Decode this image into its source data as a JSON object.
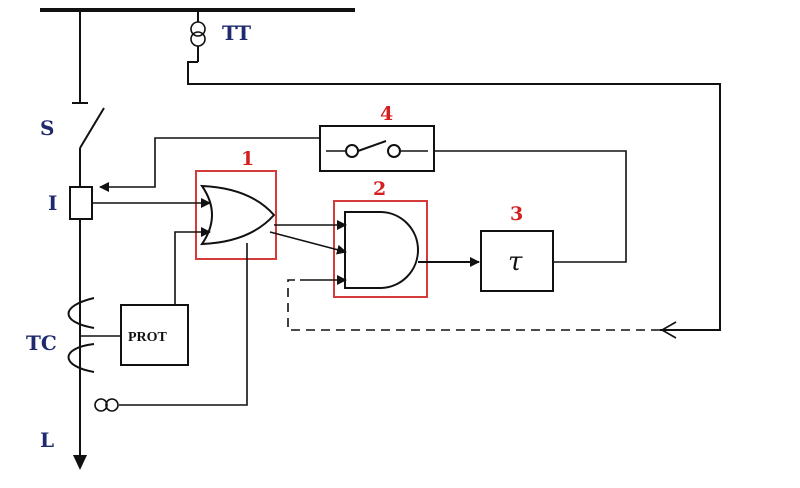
{
  "labels": {
    "tt": "TT",
    "s": "S",
    "i": "I",
    "tc": "TC",
    "l": "L",
    "prot": "PROT",
    "tau": "τ"
  },
  "block_numbers": {
    "or_gate": "1",
    "and_gate": "2",
    "timer": "3",
    "switch": "4"
  },
  "colors": {
    "label_blue": "#1f2a6e",
    "number_red": "#d42020",
    "highlight_box": "#d43c3c",
    "line": "#111111"
  }
}
